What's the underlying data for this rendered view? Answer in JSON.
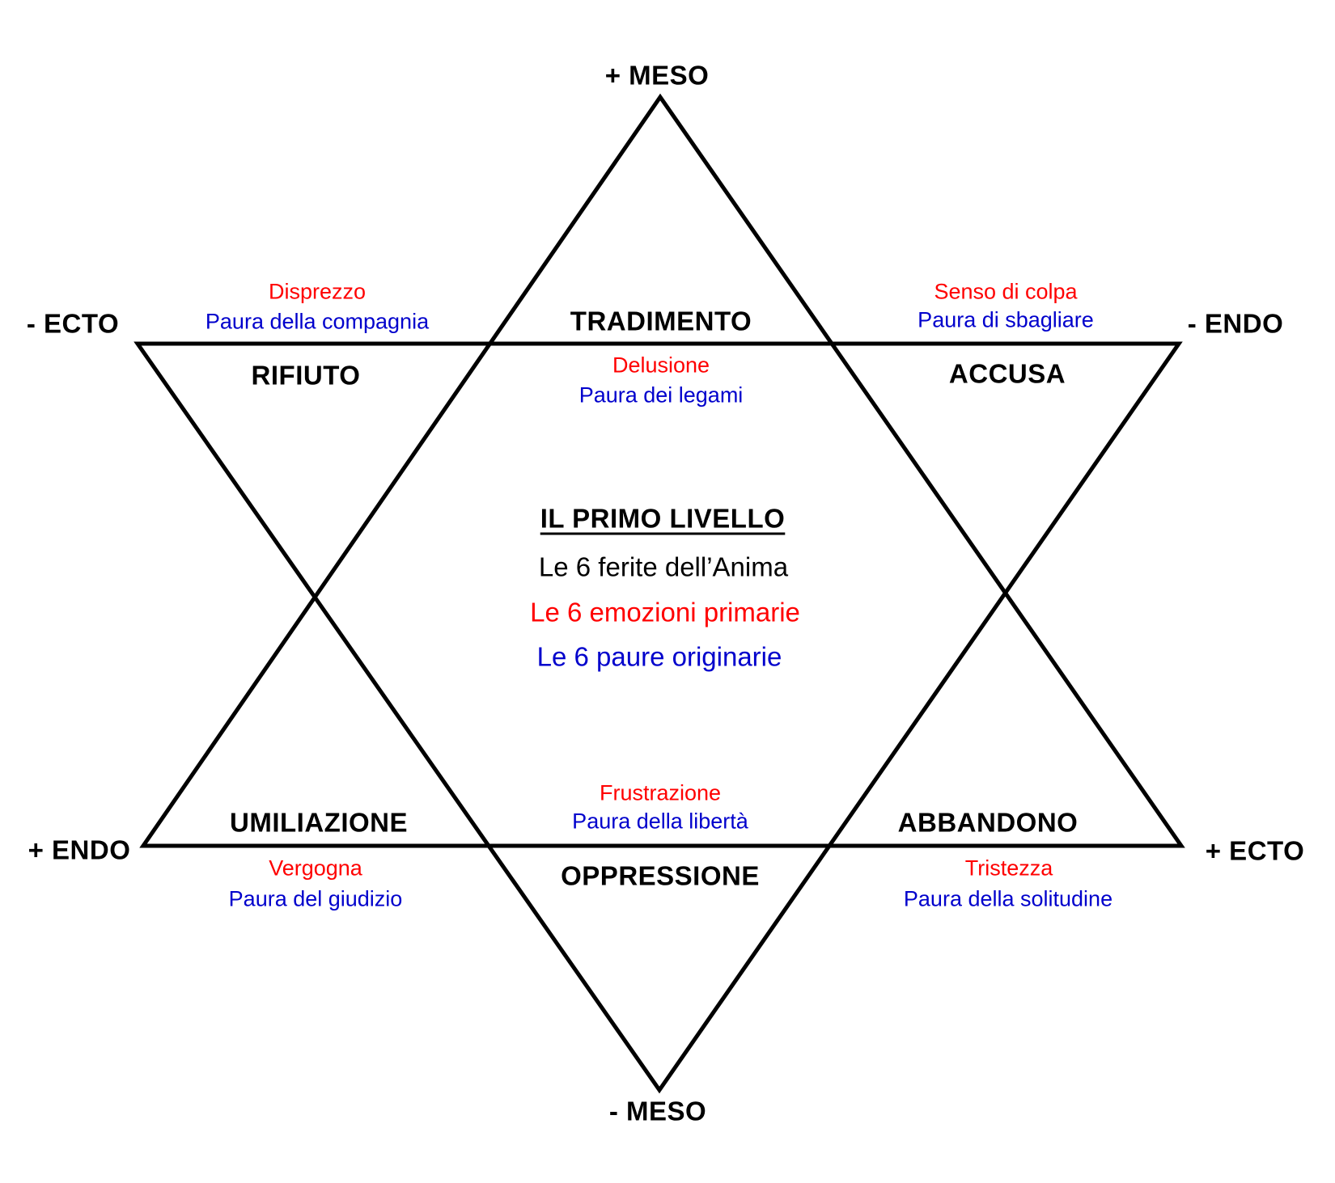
{
  "axes": {
    "top": "+ MESO",
    "bottom": "- MESO",
    "left_top": "- ECTO",
    "right_top": "- ENDO",
    "left_bottom": "+ ENDO",
    "right_bottom": "+ ECTO"
  },
  "center": {
    "title": "IL PRIMO LIVELLO",
    "line1": "Le 6 ferite dell’Anima",
    "line2": "Le 6 emozioni primarie",
    "line3": "Le 6 paure originarie"
  },
  "wounds": {
    "top_left": {
      "wound": "RIFIUTO",
      "emotion": "Disprezzo",
      "fear": "Paura della compagnia"
    },
    "top_center": {
      "wound": "TRADIMENTO",
      "emotion": "Delusione",
      "fear": "Paura dei legami"
    },
    "top_right": {
      "wound": "ACCUSA",
      "emotion": "Senso di colpa",
      "fear": "Paura di sbagliare"
    },
    "bottom_left": {
      "wound": "UMILIAZIONE",
      "emotion": "Vergogna",
      "fear": "Paura del giudizio"
    },
    "bottom_center": {
      "wound": "OPPRESSIONE",
      "emotion": "Frustrazione",
      "fear": "Paura della libertà"
    },
    "bottom_right": {
      "wound": "ABBANDONO",
      "emotion": "Tristezza",
      "fear": "Paura della solitudine"
    }
  },
  "colors": {
    "line": "#000000",
    "wound_text": "#000000",
    "emotion_text": "#FF0000",
    "fear_text": "#0000CC",
    "background": "#FFFFFF"
  }
}
